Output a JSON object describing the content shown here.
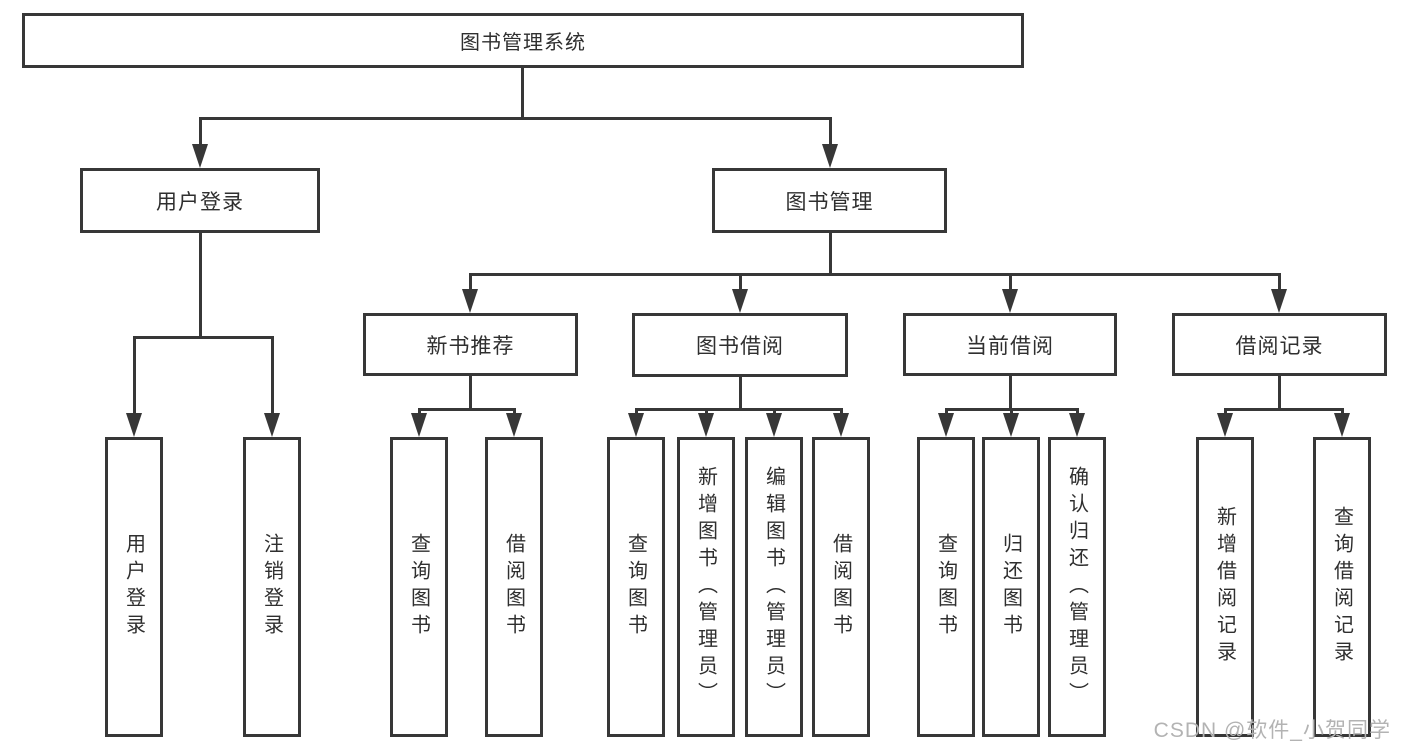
{
  "tree": {
    "root": {
      "label": "图书管理系统"
    },
    "level2": [
      {
        "label": "用户登录",
        "children": [
          {
            "label": "用户登录"
          },
          {
            "label": "注销登录"
          }
        ]
      },
      {
        "label": "图书管理",
        "children": [
          {
            "label": "新书推荐",
            "children": [
              {
                "label": "查询图书"
              },
              {
                "label": "借阅图书"
              }
            ]
          },
          {
            "label": "图书借阅",
            "children": [
              {
                "label": "查询图书"
              },
              {
                "label": "新增图书（管理员）"
              },
              {
                "label": "编辑图书（管理员）"
              },
              {
                "label": "借阅图书"
              }
            ]
          },
          {
            "label": "当前借阅",
            "children": [
              {
                "label": "查询图书"
              },
              {
                "label": "归还图书"
              },
              {
                "label": "确认归还（管理员）"
              }
            ]
          },
          {
            "label": "借阅记录",
            "children": [
              {
                "label": "新增借阅记录"
              },
              {
                "label": "查询借阅记录"
              }
            ]
          }
        ]
      }
    ]
  },
  "watermark": {
    "text": "CSDN @软件_小贺同学"
  },
  "colors": {
    "line": "#373737",
    "text": "#2f2f2f",
    "watermark": "#b3b3b3",
    "background": "#ffffff"
  }
}
